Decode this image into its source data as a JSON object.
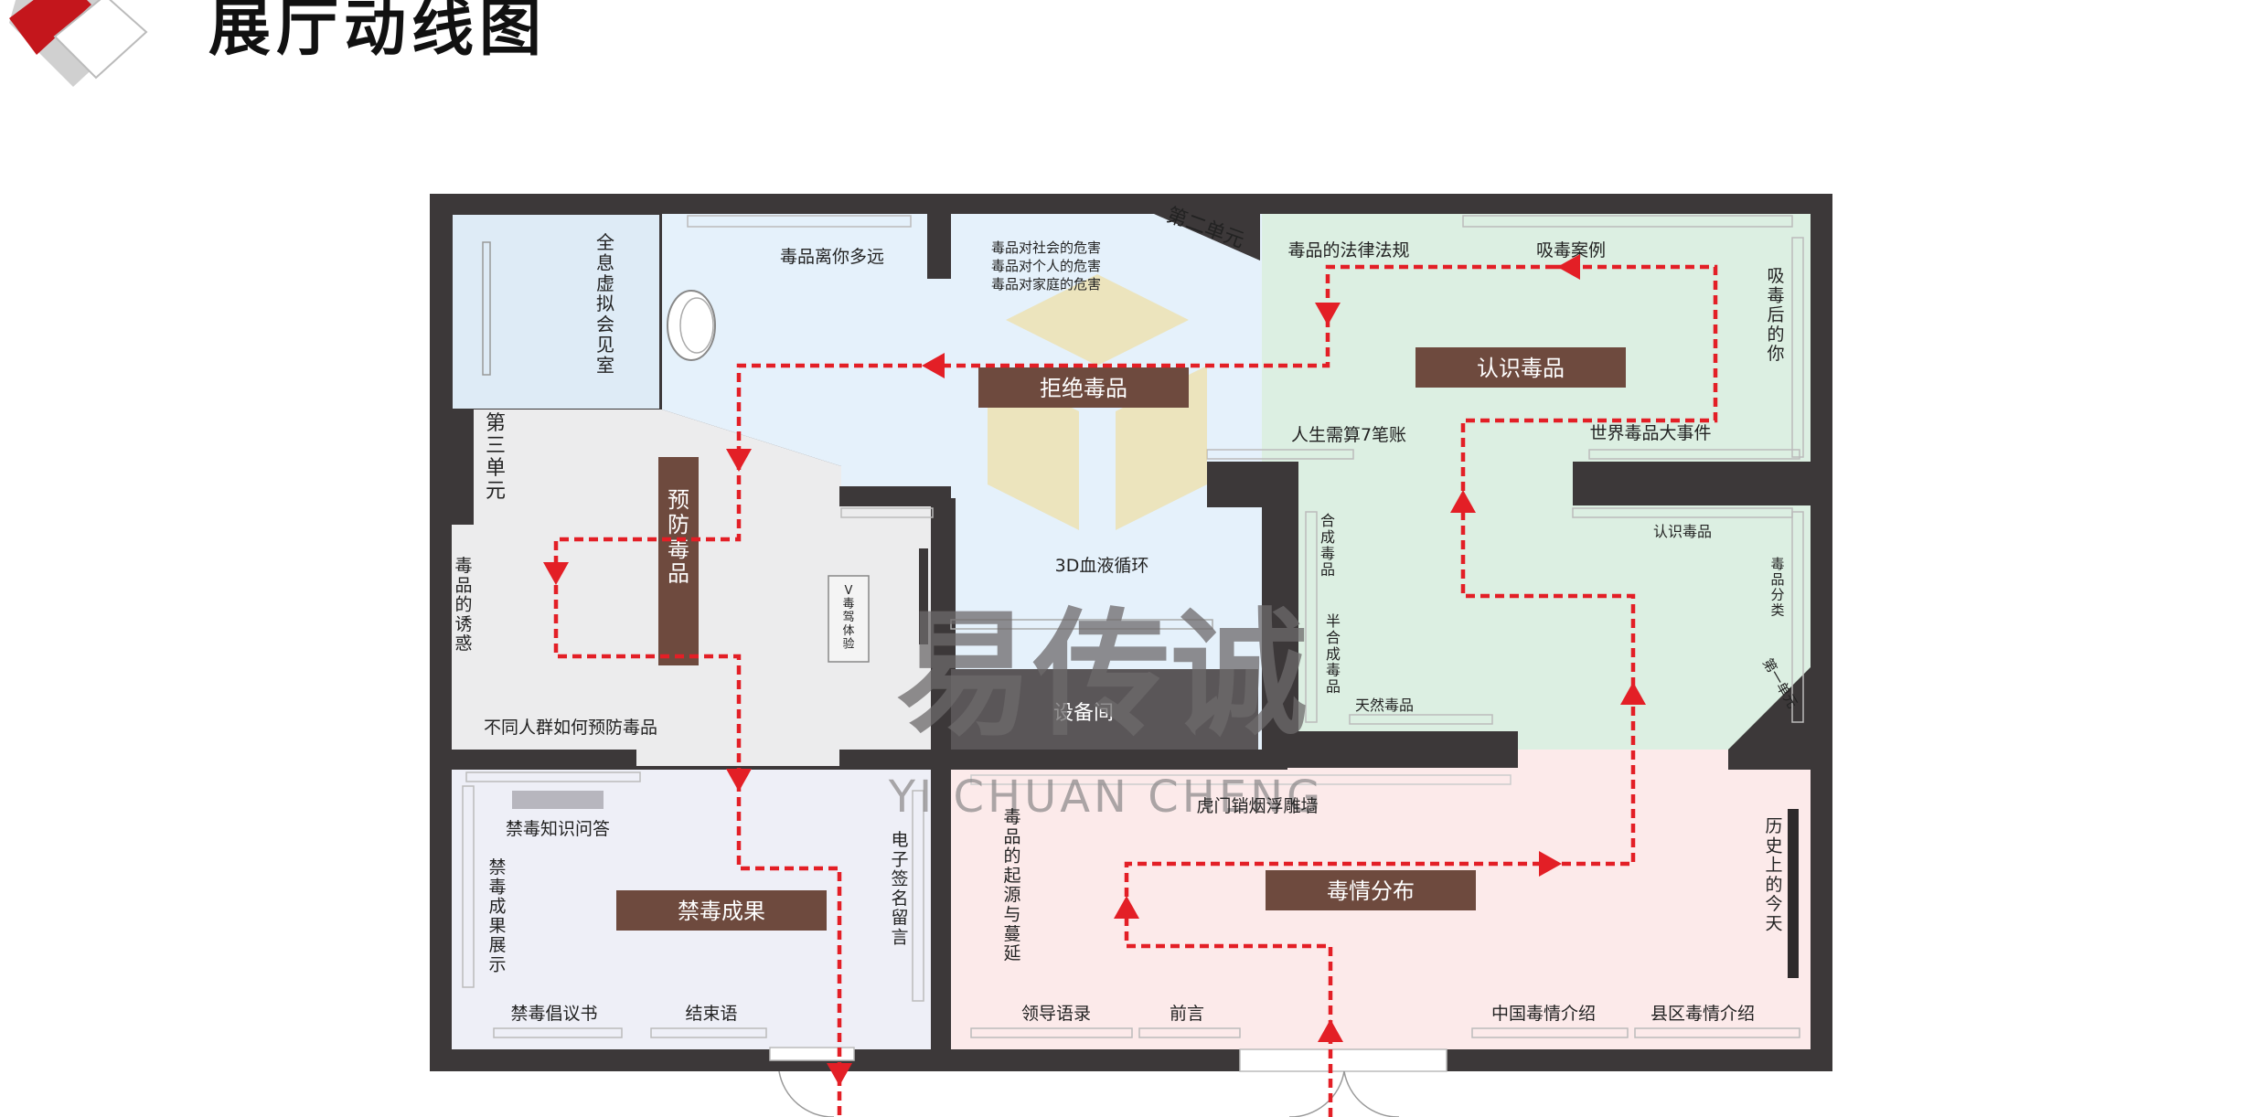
{
  "header": {
    "title": "展厅动线图"
  },
  "colors": {
    "wall": "#3c3839",
    "zone_blue": "#e5f1fb",
    "zone_gray": "#ececed",
    "zone_green": "#dcefe2",
    "zone_pink": "#fceaea",
    "zone_lilac": "#eeeff7",
    "zone_hologram": "#deebf6",
    "label_brown": "#6e4a3e",
    "path_red": "#e31f26",
    "logo_red": "#c4161c"
  },
  "watermark": {
    "cn": "易传诚",
    "en": "YI CHUAN CHENG"
  },
  "units": {
    "unit1": "第一单元",
    "unit2": "第二单元",
    "unit3": "第三单元"
  },
  "sections": {
    "refuse": "拒绝毒品",
    "know": "认识毒品",
    "prevent": "预防毒品",
    "achieve": "禁毒成果",
    "distribution": "毒情分布"
  },
  "rooms": {
    "hologram": "全息虚拟会见室",
    "equipment": "设备间",
    "blood": "3D血液循环"
  },
  "exhibits": {
    "how_far": "毒品离你多远",
    "harm_society": "毒品对社会的危害",
    "harm_person": "毒品对个人的危害",
    "harm_family": "毒品对家庭的危害",
    "law": "毒品的法律法规",
    "cases": "吸毒案例",
    "after": "吸毒后的你",
    "events": "世界毒品大事件",
    "life7": "人生需算7笔账",
    "synthetic": "合成毒品",
    "semi": "半合成毒品",
    "natural": "天然毒品",
    "know_small": "认识毒品",
    "classify": "毒品分类",
    "temptation": "毒品的诱惑",
    "how_prevent": "不同人群如何预防毒品",
    "v_exp": "V毒驾体验",
    "quiz": "禁毒知识问答",
    "achieve_show": "禁毒成果展示",
    "proposal": "禁毒倡议书",
    "closing": "结束语",
    "esign": "电子签名留言",
    "humen": "虎门销烟浮雕墙",
    "origin": "毒品的起源与蔓延",
    "history": "历史上的今天",
    "leaders": "领导语录",
    "preface": "前言",
    "china": "中国毒情介绍",
    "county": "县区毒情介绍"
  }
}
